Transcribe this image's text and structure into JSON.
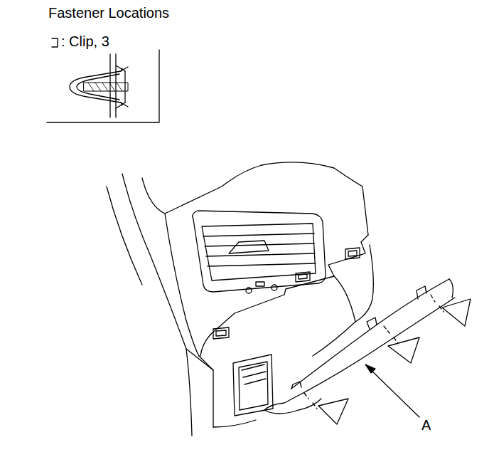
{
  "diagram": {
    "title": "Fastener Locations",
    "labels": [
      ": Clip, 3",
      "A"
    ]
  }
}
